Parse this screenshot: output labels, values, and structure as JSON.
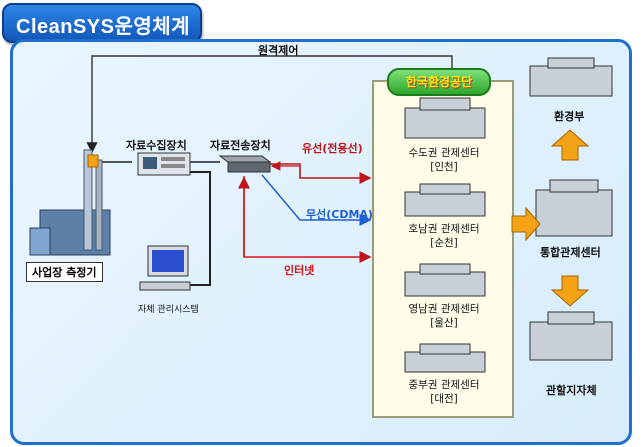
{
  "title": "CleanSYS운영체계",
  "labels": {
    "remote_control": "원격제어",
    "data_collector": "자료수집장치",
    "data_transmitter": "자료전송장치",
    "site_meter": "사업장 측정기",
    "self_mgmt_system": "자체 관리시스템",
    "wired": "유선(전용선)",
    "wireless": "무선(CDMA)",
    "internet": "인터넷",
    "org": "한국환경공단",
    "ministry": "환경부",
    "integrated_center": "통합관제센터",
    "local_gov": "관할지자체"
  },
  "centers": [
    {
      "name": "수도권 관제센터",
      "city": "[인천]"
    },
    {
      "name": "호남권 관제센터",
      "city": "[순천]"
    },
    {
      "name": "영남권 관제센터",
      "city": "[울산]"
    },
    {
      "name": "중부권 관제센터",
      "city": "[대전]"
    }
  ],
  "colors": {
    "wired": "#c0141a",
    "wireless": "#1f5fd6",
    "internet": "#d4141a",
    "flow_arrow": "#f5a316"
  }
}
